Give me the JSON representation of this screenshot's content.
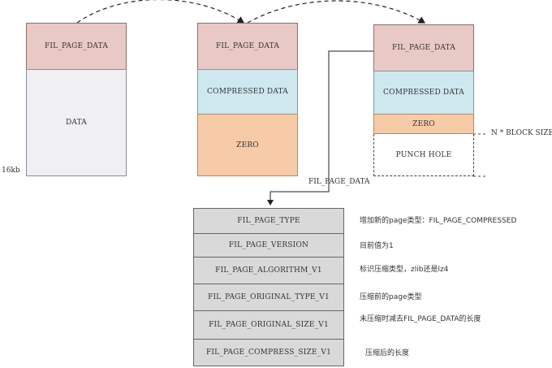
{
  "page1": {
    "fil_page_data": "FIL_PAGE_DATA",
    "data": "DATA",
    "size_label": "16kb"
  },
  "page2": {
    "fil_page_data": "FIL_PAGE_DATA",
    "compressed_data": "COMPRESSED DATA",
    "zero": "ZERO"
  },
  "page3": {
    "fil_page_data": "FIL_PAGE_DATA",
    "compressed_data": "COMPRESSED DATA",
    "zero": "ZERO",
    "punch_hole": "PUNCH HOLE",
    "block_size_label": "N * BLOCK SIZE"
  },
  "connector_label": "FIL_PAGE_DATA",
  "fields": [
    {
      "name": "FIL_PAGE_TYPE",
      "note": "增加新的page类型：FIL_PAGE_COMPRESSED"
    },
    {
      "name": "FIL_PAGE_VERSION",
      "note": "目前值为1"
    },
    {
      "name": "FIL_PAGE_ALGORITHM_V1",
      "note": "标识压缩类型，zlib还是lz4"
    },
    {
      "name": "FIL_PAGE_ORIGINAL_TYPE_V1",
      "note": "压缩前的page类型"
    },
    {
      "name": "FIL_PAGE_ORIGINAL_SIZE_V1",
      "note": "未压缩时减去FIL_PAGE_DATA的长度"
    },
    {
      "name": "FIL_PAGE_COMPRESS_SIZE_V1",
      "note": "压缩后的长度"
    }
  ]
}
